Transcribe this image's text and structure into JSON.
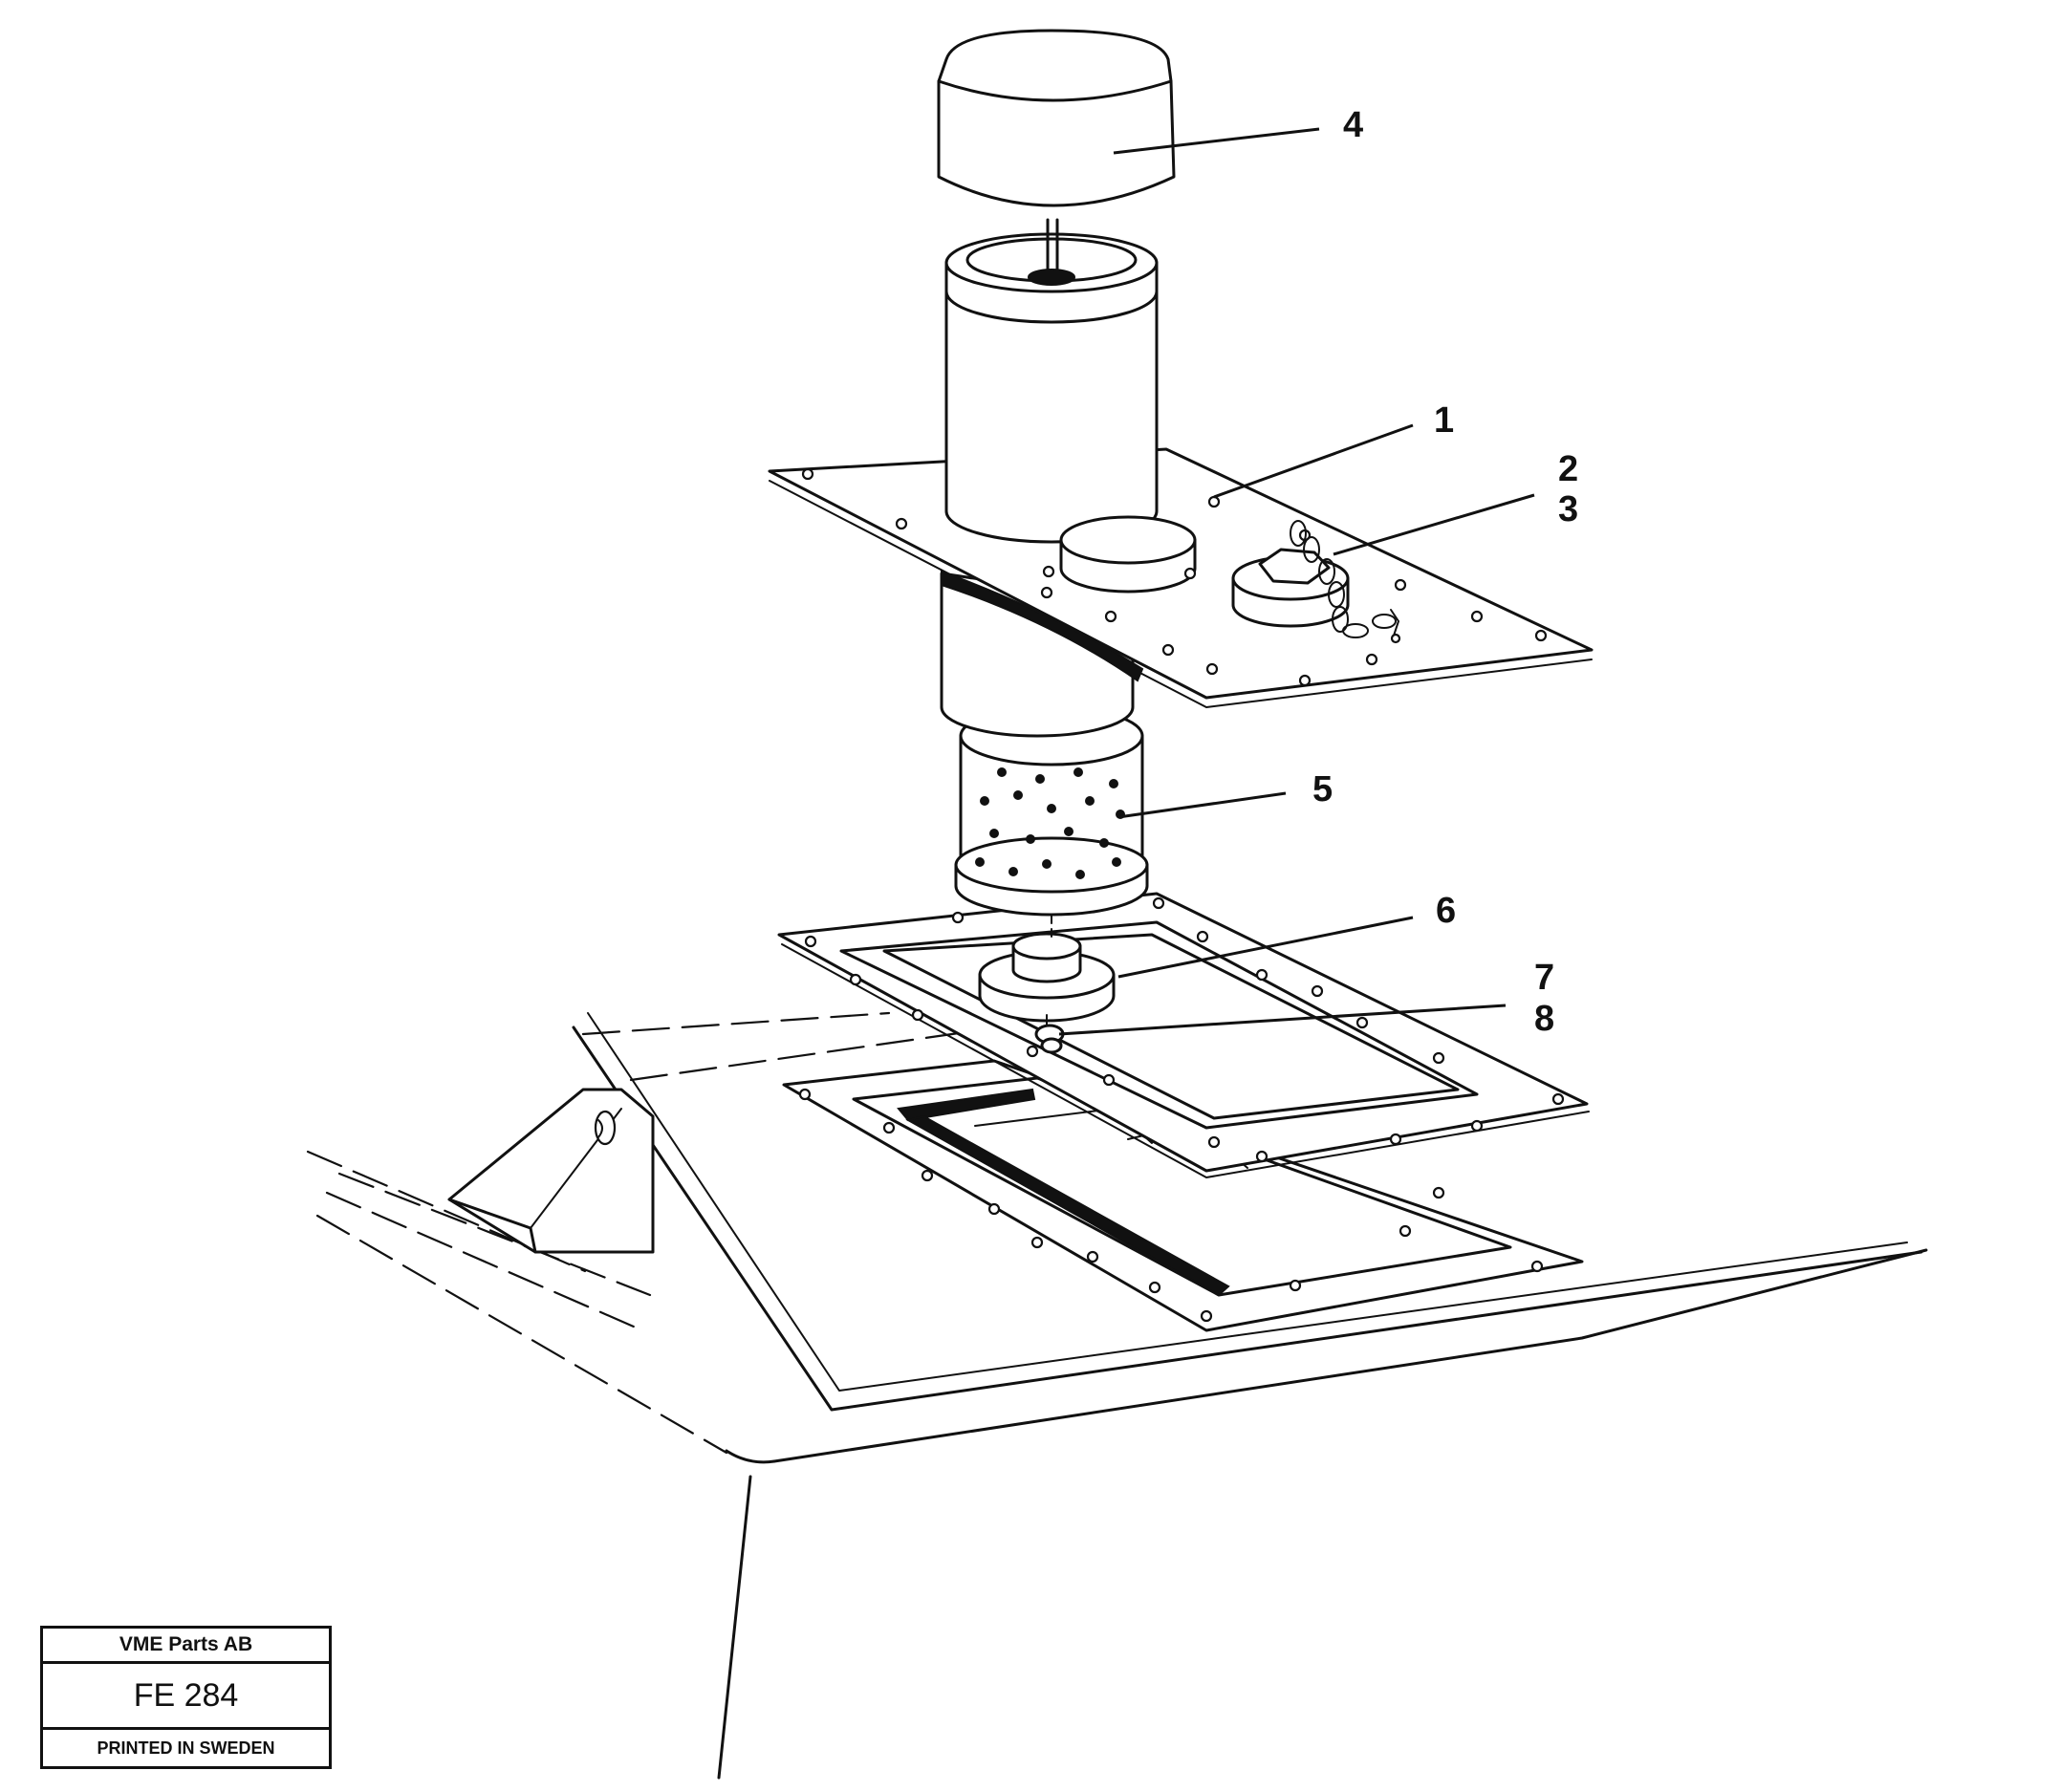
{
  "callouts": [
    {
      "id": "1",
      "label": "1"
    },
    {
      "id": "2",
      "label": "2"
    },
    {
      "id": "3",
      "label": "3"
    },
    {
      "id": "4",
      "label": "4"
    },
    {
      "id": "5",
      "label": "5"
    },
    {
      "id": "6",
      "label": "6"
    },
    {
      "id": "7",
      "label": "7"
    },
    {
      "id": "8",
      "label": "8"
    }
  ],
  "title_block": {
    "company": "VME Parts AB",
    "drawing_code": "FE 284",
    "printed": "PRINTED IN SWEDEN"
  }
}
